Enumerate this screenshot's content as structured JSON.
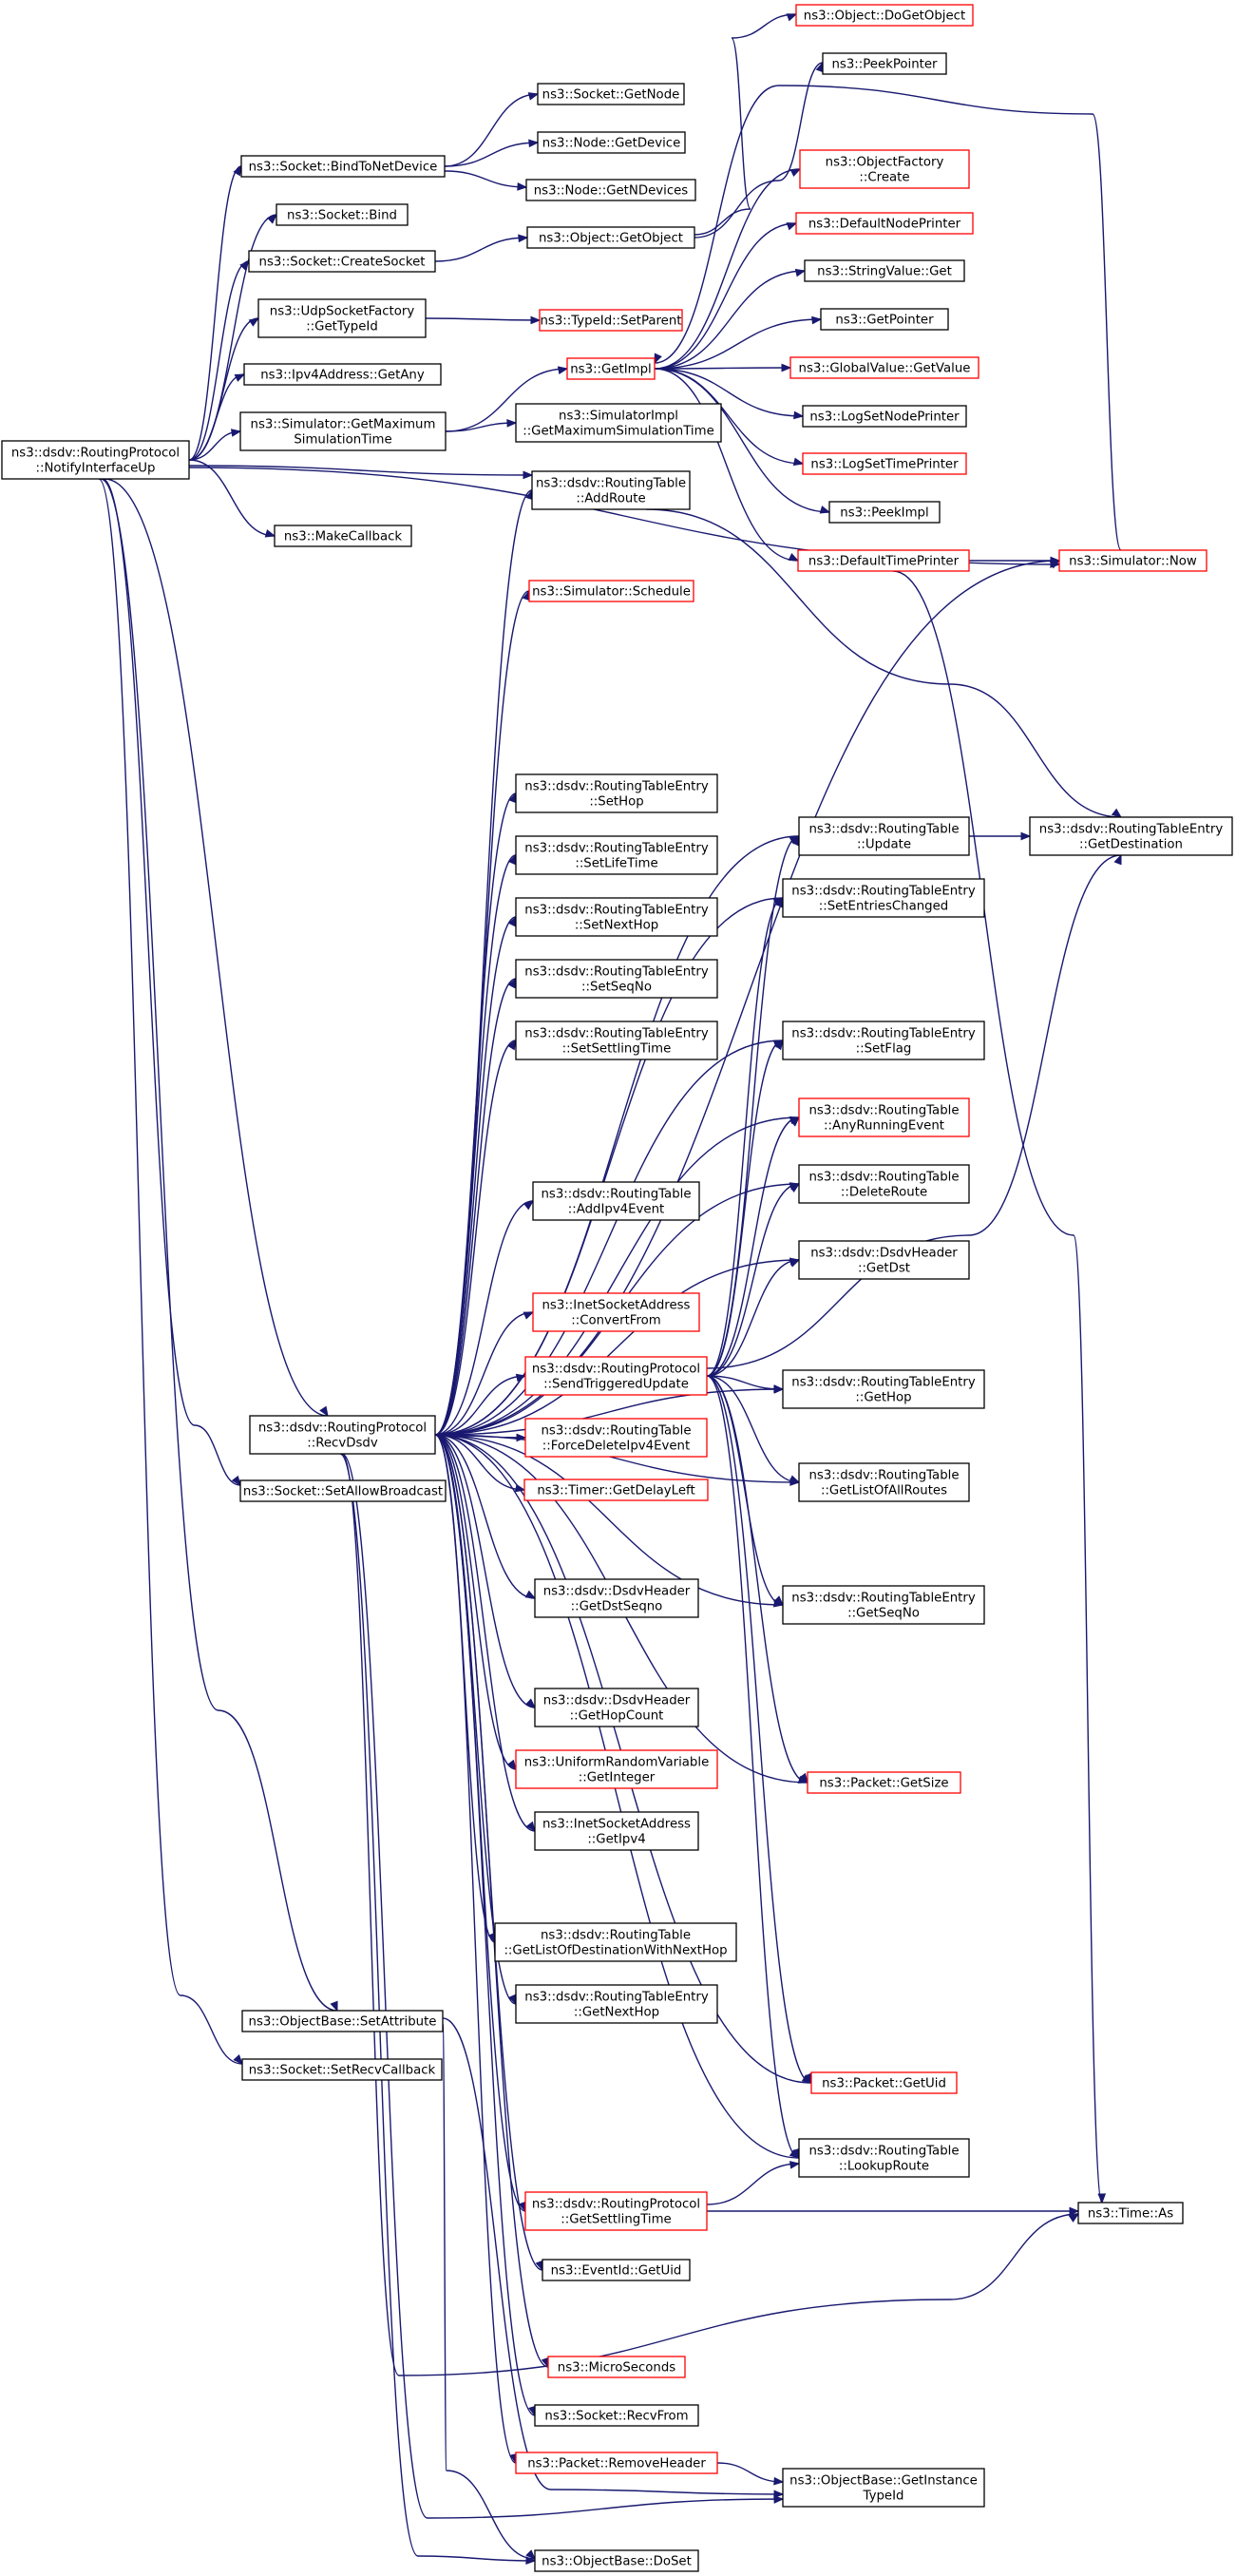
{
  "colors": {
    "edge": "#191970",
    "border_normal": "#000000",
    "border_truncated": "#ff0000",
    "root_fill": "#bfbfbf",
    "node_fill": "#ffffff"
  },
  "nodes": {
    "root": {
      "lines": [
        "ns3::dsdv::RoutingProtocol",
        "::NotifyInterfaceUp"
      ],
      "style": "root"
    },
    "bindnet": {
      "lines": [
        "ns3::Socket::BindToNetDevice"
      ],
      "style": "normal"
    },
    "bind": {
      "lines": [
        "ns3::Socket::Bind"
      ],
      "style": "normal"
    },
    "createsock": {
      "lines": [
        "ns3::Socket::CreateSocket"
      ],
      "style": "normal"
    },
    "udptype": {
      "lines": [
        "ns3::UdpSocketFactory",
        "::GetTypeId"
      ],
      "style": "normal"
    },
    "ipv4any": {
      "lines": [
        "ns3::Ipv4Address::GetAny"
      ],
      "style": "normal"
    },
    "simmax": {
      "lines": [
        "ns3::Simulator::GetMaximum",
        "SimulationTime"
      ],
      "style": "normal"
    },
    "makecb": {
      "lines": [
        "ns3::MakeCallback"
      ],
      "style": "normal"
    },
    "recvdsdv": {
      "lines": [
        "ns3::dsdv::RoutingProtocol",
        "::RecvDsdv"
      ],
      "style": "normal"
    },
    "setbcast": {
      "lines": [
        "ns3::Socket::SetAllowBroadcast"
      ],
      "style": "normal"
    },
    "setattr": {
      "lines": [
        "ns3::ObjectBase::SetAttribute"
      ],
      "style": "normal"
    },
    "setrecvcb": {
      "lines": [
        "ns3::Socket::SetRecvCallback"
      ],
      "style": "normal"
    },
    "getnode": {
      "lines": [
        "ns3::Socket::GetNode"
      ],
      "style": "normal"
    },
    "getdevice": {
      "lines": [
        "ns3::Node::GetDevice"
      ],
      "style": "normal"
    },
    "getndev": {
      "lines": [
        "ns3::Node::GetNDevices"
      ],
      "style": "normal"
    },
    "getobject": {
      "lines": [
        "ns3::Object::GetObject"
      ],
      "style": "normal"
    },
    "setparent": {
      "lines": [
        "ns3::TypeId::SetParent"
      ],
      "style": "truncated"
    },
    "getimpl": {
      "lines": [
        "ns3::GetImpl"
      ],
      "style": "truncated"
    },
    "simimplmax": {
      "lines": [
        "ns3::SimulatorImpl",
        "::GetMaximumSimulationTime"
      ],
      "style": "normal"
    },
    "addroute": {
      "lines": [
        "ns3::dsdv::RoutingTable",
        "::AddRoute"
      ],
      "style": "normal"
    },
    "schedule": {
      "lines": [
        "ns3::Simulator::Schedule"
      ],
      "style": "truncated"
    },
    "sethop": {
      "lines": [
        "ns3::dsdv::RoutingTableEntry",
        "::SetHop"
      ],
      "style": "normal"
    },
    "setlife": {
      "lines": [
        "ns3::dsdv::RoutingTableEntry",
        "::SetLifeTime"
      ],
      "style": "normal"
    },
    "setnexthop": {
      "lines": [
        "ns3::dsdv::RoutingTableEntry",
        "::SetNextHop"
      ],
      "style": "normal"
    },
    "setseqno": {
      "lines": [
        "ns3::dsdv::RoutingTableEntry",
        "::SetSeqNo"
      ],
      "style": "normal"
    },
    "setsettle": {
      "lines": [
        "ns3::dsdv::RoutingTableEntry",
        "::SetSettlingTime"
      ],
      "style": "normal"
    },
    "addipv4ev": {
      "lines": [
        "ns3::dsdv::RoutingTable",
        "::AddIpv4Event"
      ],
      "style": "normal"
    },
    "convfrom": {
      "lines": [
        "ns3::InetSocketAddress",
        "::ConvertFrom"
      ],
      "style": "truncated"
    },
    "sendtrig": {
      "lines": [
        "ns3::dsdv::RoutingProtocol",
        "::SendTriggeredUpdate"
      ],
      "style": "truncated"
    },
    "forcedel": {
      "lines": [
        "ns3::dsdv::RoutingTable",
        "::ForceDeleteIpv4Event"
      ],
      "style": "truncated"
    },
    "delayleft": {
      "lines": [
        "ns3::Timer::GetDelayLeft"
      ],
      "style": "truncated"
    },
    "dstseqno": {
      "lines": [
        "ns3::dsdv::DsdvHeader",
        "::GetDstSeqno"
      ],
      "style": "normal"
    },
    "hopcount": {
      "lines": [
        "ns3::dsdv::DsdvHeader",
        "::GetHopCount"
      ],
      "style": "normal"
    },
    "uniint": {
      "lines": [
        "ns3::UniformRandomVariable",
        "::GetInteger"
      ],
      "style": "truncated"
    },
    "getipv4": {
      "lines": [
        "ns3::InetSocketAddress",
        "::GetIpv4"
      ],
      "style": "normal"
    },
    "listdest": {
      "lines": [
        "ns3::dsdv::RoutingTable",
        "::GetListOfDestinationWithNextHop"
      ],
      "style": "normal"
    },
    "getnexthop": {
      "lines": [
        "ns3::dsdv::RoutingTableEntry",
        "::GetNextHop"
      ],
      "style": "normal"
    },
    "getsettle": {
      "lines": [
        "ns3::dsdv::RoutingProtocol",
        "::GetSettlingTime"
      ],
      "style": "truncated"
    },
    "eventuid": {
      "lines": [
        "ns3::EventId::GetUid"
      ],
      "style": "normal"
    },
    "microsec": {
      "lines": [
        "ns3::MicroSeconds"
      ],
      "style": "truncated"
    },
    "recvfrom": {
      "lines": [
        "ns3::Socket::RecvFrom"
      ],
      "style": "normal"
    },
    "removehdr": {
      "lines": [
        "ns3::Packet::RemoveHeader"
      ],
      "style": "truncated"
    },
    "doset": {
      "lines": [
        "ns3::ObjectBase::DoSet"
      ],
      "style": "normal"
    },
    "dogetobj": {
      "lines": [
        "ns3::Object::DoGetObject"
      ],
      "style": "truncated"
    },
    "peekptr": {
      "lines": [
        "ns3::PeekPointer"
      ],
      "style": "normal"
    },
    "objfactory": {
      "lines": [
        "ns3::ObjectFactory",
        "::Create"
      ],
      "style": "truncated"
    },
    "defnodepr": {
      "lines": [
        "ns3::DefaultNodePrinter"
      ],
      "style": "truncated"
    },
    "strvalget": {
      "lines": [
        "ns3::StringValue::Get"
      ],
      "style": "normal"
    },
    "getpointer": {
      "lines": [
        "ns3::GetPointer"
      ],
      "style": "normal"
    },
    "globalval": {
      "lines": [
        "ns3::GlobalValue::GetValue"
      ],
      "style": "truncated"
    },
    "logsetnode": {
      "lines": [
        "ns3::LogSetNodePrinter"
      ],
      "style": "normal"
    },
    "logsettime": {
      "lines": [
        "ns3::LogSetTimePrinter"
      ],
      "style": "truncated"
    },
    "peekimpl": {
      "lines": [
        "ns3::PeekImpl"
      ],
      "style": "normal"
    },
    "deftimepr": {
      "lines": [
        "ns3::DefaultTimePrinter"
      ],
      "style": "truncated"
    },
    "simnow": {
      "lines": [
        "ns3::Simulator::Now"
      ],
      "style": "truncated"
    },
    "rtupdate": {
      "lines": [
        "ns3::dsdv::RoutingTable",
        "::Update"
      ],
      "style": "normal"
    },
    "setentchg": {
      "lines": [
        "ns3::dsdv::RoutingTableEntry",
        "::SetEntriesChanged"
      ],
      "style": "normal"
    },
    "setflag": {
      "lines": [
        "ns3::dsdv::RoutingTableEntry",
        "::SetFlag"
      ],
      "style": "normal"
    },
    "anyrun": {
      "lines": [
        "ns3::dsdv::RoutingTable",
        "::AnyRunningEvent"
      ],
      "style": "truncated"
    },
    "delroute": {
      "lines": [
        "ns3::dsdv::RoutingTable",
        "::DeleteRoute"
      ],
      "style": "normal"
    },
    "getdst": {
      "lines": [
        "ns3::dsdv::DsdvHeader",
        "::GetDst"
      ],
      "style": "normal"
    },
    "gethop": {
      "lines": [
        "ns3::dsdv::RoutingTableEntry",
        "::GetHop"
      ],
      "style": "normal"
    },
    "listall": {
      "lines": [
        "ns3::dsdv::RoutingTable",
        "::GetListOfAllRoutes"
      ],
      "style": "normal"
    },
    "getseqno": {
      "lines": [
        "ns3::dsdv::RoutingTableEntry",
        "::GetSeqNo"
      ],
      "style": "normal"
    },
    "pktsize": {
      "lines": [
        "ns3::Packet::GetSize"
      ],
      "style": "truncated"
    },
    "pktuid": {
      "lines": [
        "ns3::Packet::GetUid"
      ],
      "style": "truncated"
    },
    "lookup": {
      "lines": [
        "ns3::dsdv::RoutingTable",
        "::LookupRoute"
      ],
      "style": "normal"
    },
    "instype": {
      "lines": [
        "ns3::ObjectBase::GetInstance",
        "TypeId"
      ],
      "style": "normal"
    },
    "getdest": {
      "lines": [
        "ns3::dsdv::RoutingTableEntry",
        "::GetDestination"
      ],
      "style": "normal"
    },
    "timeas": {
      "lines": [
        "ns3::Time::As"
      ],
      "style": "normal"
    }
  },
  "edges": [
    [
      "root",
      "bindnet"
    ],
    [
      "root",
      "bind"
    ],
    [
      "root",
      "createsock"
    ],
    [
      "root",
      "udptype"
    ],
    [
      "root",
      "ipv4any"
    ],
    [
      "root",
      "simmax"
    ],
    [
      "root",
      "addroute"
    ],
    [
      "root",
      "simnow"
    ],
    [
      "root",
      "makecb"
    ],
    [
      "root",
      "recvdsdv"
    ],
    [
      "root",
      "setbcast"
    ],
    [
      "root",
      "setattr"
    ],
    [
      "root",
      "setrecvcb"
    ],
    [
      "bindnet",
      "getnode"
    ],
    [
      "bindnet",
      "getdevice"
    ],
    [
      "bindnet",
      "getndev"
    ],
    [
      "createsock",
      "getobject"
    ],
    [
      "udptype",
      "setparent"
    ],
    [
      "simmax",
      "getimpl"
    ],
    [
      "simmax",
      "simimplmax"
    ],
    [
      "getobject",
      "dogetobj"
    ],
    [
      "getobject",
      "peekptr"
    ],
    [
      "getimpl",
      "objfactory"
    ],
    [
      "getimpl",
      "defnodepr"
    ],
    [
      "getimpl",
      "strvalget"
    ],
    [
      "getimpl",
      "getpointer"
    ],
    [
      "getimpl",
      "globalval"
    ],
    [
      "getimpl",
      "logsetnode"
    ],
    [
      "getimpl",
      "logsettime"
    ],
    [
      "getimpl",
      "peekimpl"
    ],
    [
      "getimpl",
      "deftimepr"
    ],
    [
      "deftimepr",
      "simnow"
    ],
    [
      "deftimepr",
      "timeas"
    ],
    [
      "simnow",
      "getimpl"
    ],
    [
      "addroute",
      "getdest"
    ],
    [
      "rtupdate",
      "getdest"
    ],
    [
      "recvdsdv",
      "addroute"
    ],
    [
      "recvdsdv",
      "simnow"
    ],
    [
      "recvdsdv",
      "schedule"
    ],
    [
      "recvdsdv",
      "rtupdate"
    ],
    [
      "recvdsdv",
      "setentchg"
    ],
    [
      "recvdsdv",
      "setflag"
    ],
    [
      "recvdsdv",
      "sethop"
    ],
    [
      "recvdsdv",
      "setlife"
    ],
    [
      "recvdsdv",
      "setnexthop"
    ],
    [
      "recvdsdv",
      "setseqno"
    ],
    [
      "recvdsdv",
      "setsettle"
    ],
    [
      "recvdsdv",
      "anyrun"
    ],
    [
      "recvdsdv",
      "delroute"
    ],
    [
      "recvdsdv",
      "addipv4ev"
    ],
    [
      "recvdsdv",
      "getdst"
    ],
    [
      "recvdsdv",
      "convfrom"
    ],
    [
      "recvdsdv",
      "sendtrig"
    ],
    [
      "recvdsdv",
      "forcedel"
    ],
    [
      "recvdsdv",
      "delayleft"
    ],
    [
      "recvdsdv",
      "gethop"
    ],
    [
      "recvdsdv",
      "listall"
    ],
    [
      "recvdsdv",
      "dstseqno"
    ],
    [
      "recvdsdv",
      "getseqno"
    ],
    [
      "recvdsdv",
      "hopcount"
    ],
    [
      "recvdsdv",
      "uniint"
    ],
    [
      "recvdsdv",
      "getipv4"
    ],
    [
      "recvdsdv",
      "pktsize"
    ],
    [
      "recvdsdv",
      "listdest"
    ],
    [
      "recvdsdv",
      "getnexthop"
    ],
    [
      "recvdsdv",
      "pktuid"
    ],
    [
      "recvdsdv",
      "lookup"
    ],
    [
      "recvdsdv",
      "getsettle"
    ],
    [
      "recvdsdv",
      "eventuid"
    ],
    [
      "recvdsdv",
      "timeas"
    ],
    [
      "recvdsdv",
      "microsec"
    ],
    [
      "recvdsdv",
      "recvfrom"
    ],
    [
      "recvdsdv",
      "removehdr"
    ],
    [
      "recvdsdv",
      "instype"
    ],
    [
      "recvdsdv",
      "doset"
    ],
    [
      "sendtrig",
      "rtupdate"
    ],
    [
      "sendtrig",
      "setentchg"
    ],
    [
      "sendtrig",
      "setflag"
    ],
    [
      "sendtrig",
      "anyrun"
    ],
    [
      "sendtrig",
      "delroute"
    ],
    [
      "sendtrig",
      "getdst"
    ],
    [
      "sendtrig",
      "gethop"
    ],
    [
      "sendtrig",
      "listall"
    ],
    [
      "sendtrig",
      "getseqno"
    ],
    [
      "sendtrig",
      "pktsize"
    ],
    [
      "sendtrig",
      "pktuid"
    ],
    [
      "sendtrig",
      "lookup"
    ],
    [
      "sendtrig",
      "getdest"
    ],
    [
      "getsettle",
      "lookup"
    ],
    [
      "getsettle",
      "timeas"
    ],
    [
      "removehdr",
      "instype"
    ],
    [
      "setattr",
      "doset"
    ],
    [
      "setattr",
      "instype"
    ]
  ]
}
